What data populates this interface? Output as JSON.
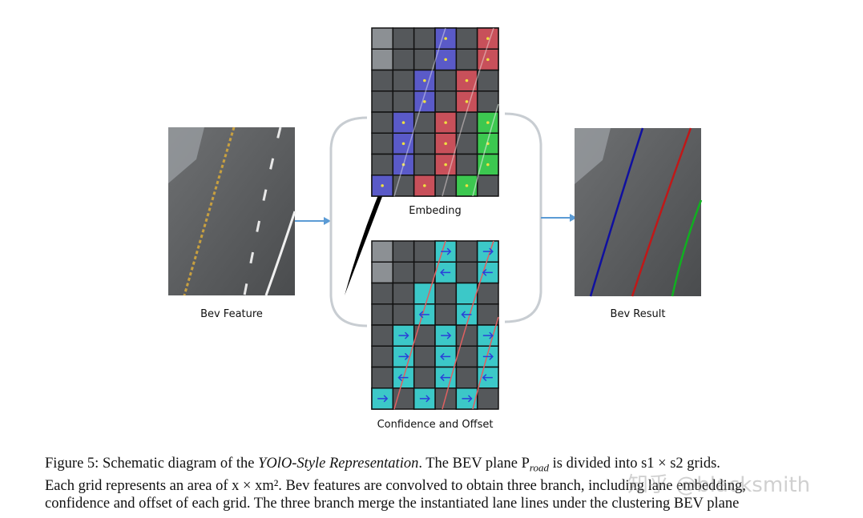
{
  "labels": {
    "bev_feature": "Bev Feature",
    "embedding": "Embeding",
    "confidence_offset": "Confidence and Offset",
    "bev_result": "Bev Result"
  },
  "caption": {
    "line1_prefix": "Figure 5: Schematic diagram of the ",
    "line1_emph": "YOlO-Style Representation",
    "line1_suffix": ". The BEV plane P",
    "line1_sub": "road",
    "line1_end": " is divided into s1 × s2 grids.",
    "line2": "Each grid represents an area of x × xm². Bev features are convolved to obtain three branch, including lane embedding,",
    "line3": "confidence and offset of each grid. The three branch merge the instantiated lane lines under the clustering BEV plane"
  },
  "watermark": "知乎 @blacksmith",
  "colors": {
    "embed_blue": "#5a5ac8",
    "embed_red": "#c8505a",
    "embed_green": "#3cc850",
    "cyan": "#3cc8c8",
    "arrow_blue": "#2a40d8",
    "flow_arrow": "#5b9bd5",
    "lane_blue": "#1010a0",
    "lane_red": "#c01818",
    "lane_green": "#10b020"
  }
}
